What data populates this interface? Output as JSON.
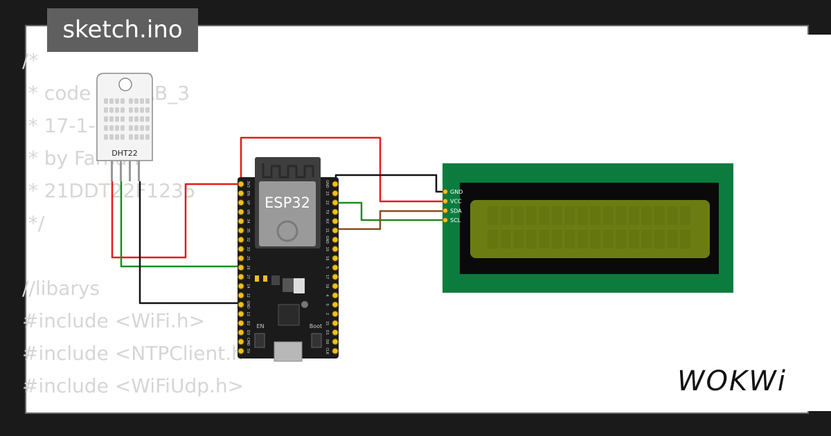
{
  "file_tab": {
    "label": "sketch.ino"
  },
  "code_lines": [
    "/*",
    " * code for LAB_3",
    " * 17-1-2023",
    " * by Farhan",
    " * 21DDT22F1235",
    " */",
    "",
    "//libarys",
    "#include <WiFi.h>",
    "#include <NTPClient.h>",
    "#include <WiFiUdp.h>"
  ],
  "dht": {
    "label": "DHT22"
  },
  "esp32": {
    "label": "ESP32",
    "en_label": "EN",
    "boot_label": "Boot",
    "left_pins": [
      "3V3",
      "EN",
      "VP",
      "VN",
      "34",
      "35",
      "32",
      "33",
      "25",
      "26",
      "27",
      "14",
      "12",
      "GND",
      "13",
      "D2",
      "D3",
      "CMD",
      "5V"
    ],
    "right_pins": [
      "GND",
      "23",
      "22",
      "TX",
      "RX",
      "21",
      "GND",
      "19",
      "18",
      "5",
      "17",
      "16",
      "4",
      "0",
      "2",
      "15",
      "D1",
      "D0",
      "CLK"
    ]
  },
  "lcd": {
    "pins": [
      "GND",
      "VCC",
      "SDA",
      "SCL"
    ]
  },
  "brand": {
    "logo": "WOKWi"
  },
  "colors": {
    "wire_red": "#e81919",
    "wire_green": "#1e8a1e",
    "wire_black": "#111111",
    "wire_brown": "#8a4b1e",
    "lcd_board": "#0b7c3e",
    "lcd_screen": "#6b7d12"
  }
}
